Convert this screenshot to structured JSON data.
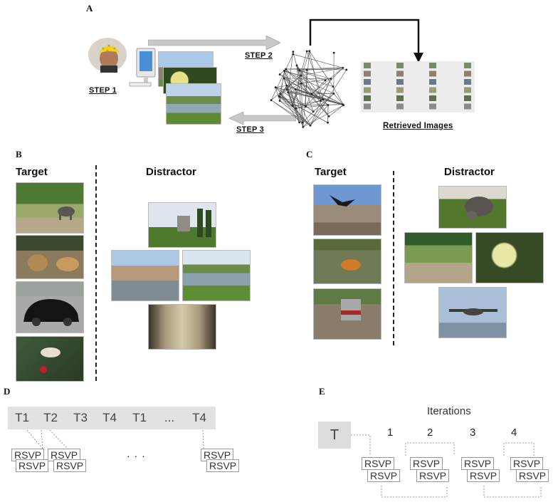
{
  "panels": {
    "a": "A",
    "b": "B",
    "c": "C",
    "d": "D",
    "e": "E"
  },
  "panel_a": {
    "step1": "STEP 1",
    "step2": "STEP 2",
    "step3": "STEP 3",
    "retrieved": "Retrieved Images"
  },
  "panel_b": {
    "target": "Target",
    "distractor": "Distractor"
  },
  "panel_c": {
    "target": "Target",
    "distractor": "Distractor"
  },
  "panel_d": {
    "sequence": [
      "T1",
      "T2",
      "T3",
      "T4",
      "T1",
      "...",
      "T4"
    ],
    "rsvp": "RSVP",
    "ellipsis": "· · ·"
  },
  "panel_e": {
    "title": "Iterations",
    "t": "T",
    "iterations": [
      "1",
      "2",
      "3",
      "4"
    ],
    "rsvp": "RSVP"
  },
  "colors": {
    "arrow_gray": "#c8c8c8",
    "seq_bar": "#e2e2e2",
    "t_box": "#dcdcdc",
    "sky": "#8fb3d9",
    "grass": "#6f9a3c"
  }
}
